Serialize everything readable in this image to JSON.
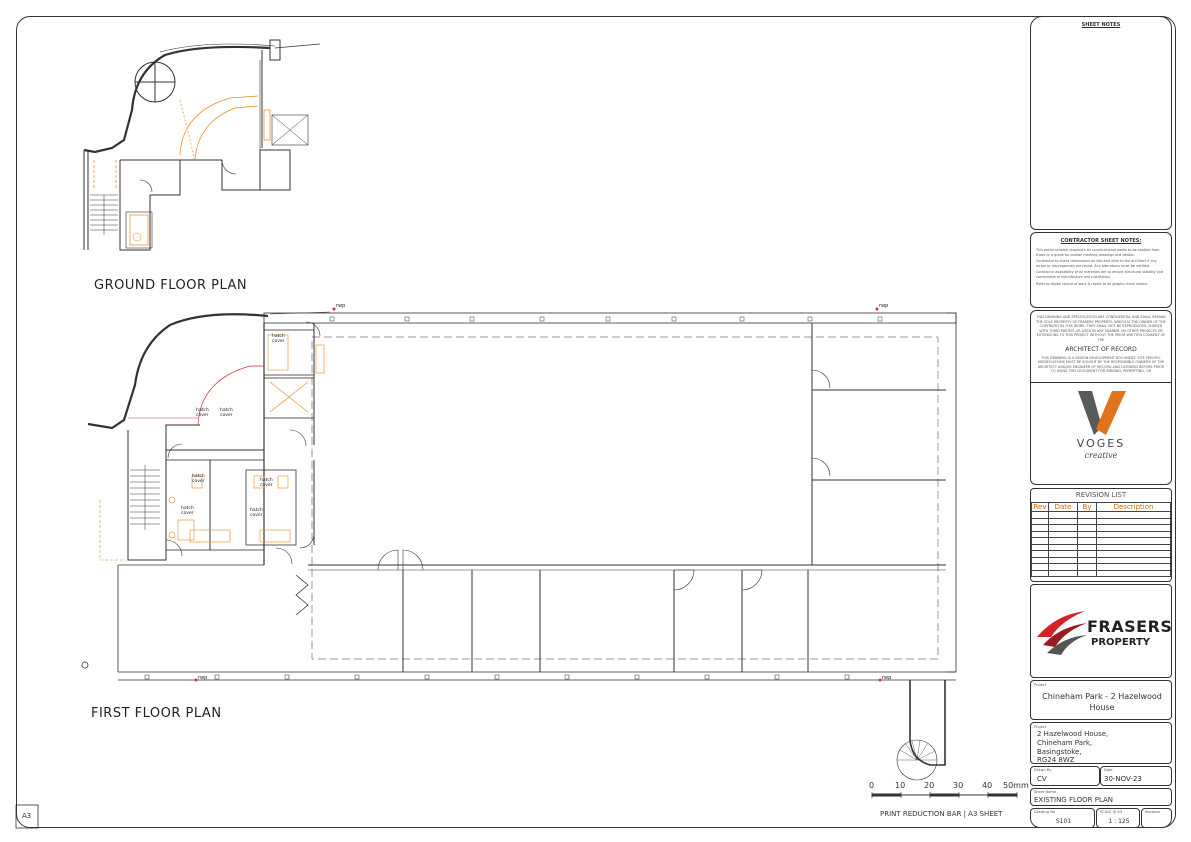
{
  "drawing": {
    "ground_floor_title": "GROUND FLOOR PLAN",
    "first_floor_title": "FIRST FLOOR PLAN",
    "sheet_size": "A3",
    "scale_bar": {
      "ticks": [
        "0",
        "10",
        "20",
        "30",
        "40",
        "50mm"
      ],
      "caption": "PRINT REDUCTION BAR | A3 SHEET"
    },
    "room_labels": {
      "hatch_cover": "hatch cover",
      "rwp": "rwp"
    }
  },
  "title_block": {
    "sheet_notes_heading": "SHEET NOTES",
    "contractor_heading": "CONTRACTOR SHEET NOTES:",
    "contractor_notes": [
      "This entire scheme drawing's all constructional works to be studied from those or a guide for builder marking drawings and details.",
      "Contractor to check dimensions on site and refer to the architect if any errors or discrepancies are found. Any alterations must be notified.",
      "Contractor availability of all materials are to ensure structural stability and correctness of manufacture and installation.",
      "Refer to digital record of work & report to all graphic mark shown."
    ],
    "copyright_note": "THIS DRAWING AND SPECIFICATION ARE CONFIDENTIAL AND SHALL REMAIN THE SOLE PROPERTY OF FRASERS PROPERTY, WHICH IS THE OWNER OF THE COPYRIGHT IN THIS WORK. THEY SHALL NOT BE REPRODUCED, SHARED WITH THIRD PARTIES OR USED IN ANY MANNER ON OTHER PROJECTS OR EXTENSIONS TO THIS PROJECT WITHOUT THE PRIOR WRITTEN CONSENT OF THE",
    "architect_heading": "ARCHITECT OF RECORD",
    "architect_note": "THIS DRAWING IS A DESIGN DEVELOPMENT DOCUMENT. SITE SPECIFIC MODIFICATIONS MUST BE SOUGHT BY THE RESPONSIBLE OWNERS OF THE ARCHITECT AND/OR ENGINEER OF RECORD AND LICENSED BEFORE PRIOR TO USING THIS DOCUMENT FOR BIDDING, PERMITTING, OR",
    "voges_logo": {
      "word": "VOGES",
      "sub": "creative"
    },
    "revision": {
      "heading": "REVISION LIST",
      "columns": [
        "Rev",
        "Date",
        "By",
        "Description"
      ],
      "row_count": 10
    },
    "client_logo": {
      "line1": "FRASERS",
      "line2": "PROPERTY"
    },
    "project_caption": "Project",
    "project_name": "Chineham Park - 2 Hazelwood House",
    "address_caption": "Project",
    "address_lines": [
      "2 Hazelwood House,",
      "Chineham Park,",
      "Basingstoke,",
      "RG24 8WZ"
    ],
    "drawn_by_caption": "Drawn By",
    "drawn_by": "CV",
    "date_caption": "Date",
    "date": "30-NOV-23",
    "sheet_name_caption": "Sheet Name",
    "sheet_name": "EXISTING FLOOR PLAN",
    "drawing_no_caption": "Drawing No",
    "drawing_no": "S101",
    "scale_caption": "SCALE @ A3",
    "scale": "1 : 125",
    "revision_caption": "Revision",
    "revision_value": ""
  },
  "colors": {
    "line": "#333333",
    "accent": "#e38a1e",
    "red": "#cc3333",
    "voges_orange": "#e2731d",
    "frasers_red": "#d2232a"
  }
}
